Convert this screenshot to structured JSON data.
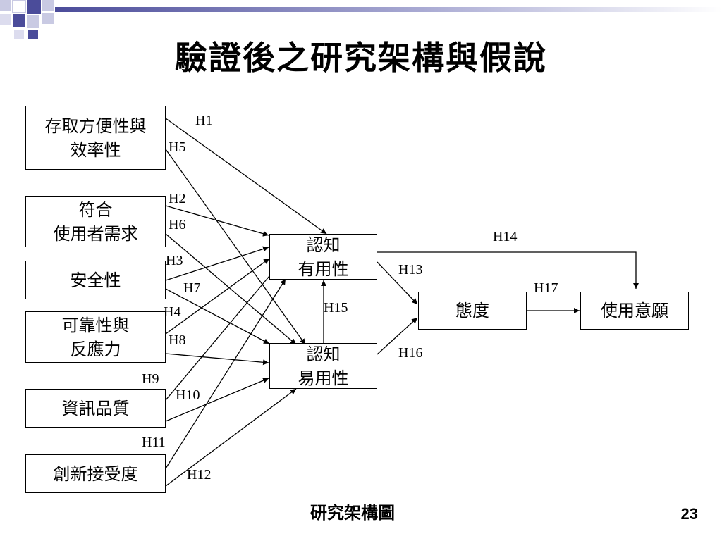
{
  "slide": {
    "title": "驗證後之研究架構與假說",
    "caption": "研究架構圖",
    "page_number": "23"
  },
  "colors": {
    "decor_dark": "#4b4c9a",
    "decor_light": "#c9cae3",
    "decor_mid": "#8f90c4",
    "line": "#000000"
  },
  "nodes": {
    "access": [
      "存取方便性與",
      "效率性"
    ],
    "needs": [
      "符合",
      "使用者需求"
    ],
    "security": [
      "安全性"
    ],
    "reliability": [
      "可靠性與",
      "反應力"
    ],
    "info_quality": [
      "資訊品質"
    ],
    "innovation": [
      "創新接受度"
    ],
    "usefulness": [
      "認知",
      "有用性"
    ],
    "ease": [
      "認知",
      "易用性"
    ],
    "attitude": [
      "態度"
    ],
    "intention": [
      "使用意願"
    ]
  },
  "hypotheses": {
    "H1": "H1",
    "H2": "H2",
    "H3": "H3",
    "H4": "H4",
    "H5": "H5",
    "H6": "H6",
    "H7": "H7",
    "H8": "H8",
    "H9": "H9",
    "H10": "H10",
    "H11": "H11",
    "H12": "H12",
    "H13": "H13",
    "H14": "H14",
    "H15": "H15",
    "H16": "H16",
    "H17": "H17"
  },
  "edges": [
    {
      "label": "H1",
      "from": "access",
      "to": "usefulness"
    },
    {
      "label": "H5",
      "from": "access",
      "to": "ease"
    },
    {
      "label": "H2",
      "from": "needs",
      "to": "usefulness"
    },
    {
      "label": "H6",
      "from": "needs",
      "to": "ease"
    },
    {
      "label": "H3",
      "from": "security",
      "to": "usefulness"
    },
    {
      "label": "H7",
      "from": "security",
      "to": "ease"
    },
    {
      "label": "H4",
      "from": "reliability",
      "to": "usefulness"
    },
    {
      "label": "H8",
      "from": "reliability",
      "to": "ease"
    },
    {
      "label": "H9",
      "from": "info_quality",
      "to": "usefulness"
    },
    {
      "label": "H10",
      "from": "info_quality",
      "to": "ease"
    },
    {
      "label": "H11",
      "from": "innovation",
      "to": "usefulness"
    },
    {
      "label": "H12",
      "from": "innovation",
      "to": "ease"
    },
    {
      "label": "H13",
      "from": "usefulness",
      "to": "attitude"
    },
    {
      "label": "H14",
      "from": "usefulness",
      "to": "intention"
    },
    {
      "label": "H15",
      "from": "ease",
      "to": "usefulness"
    },
    {
      "label": "H16",
      "from": "ease",
      "to": "attitude"
    },
    {
      "label": "H17",
      "from": "attitude",
      "to": "intention"
    }
  ]
}
